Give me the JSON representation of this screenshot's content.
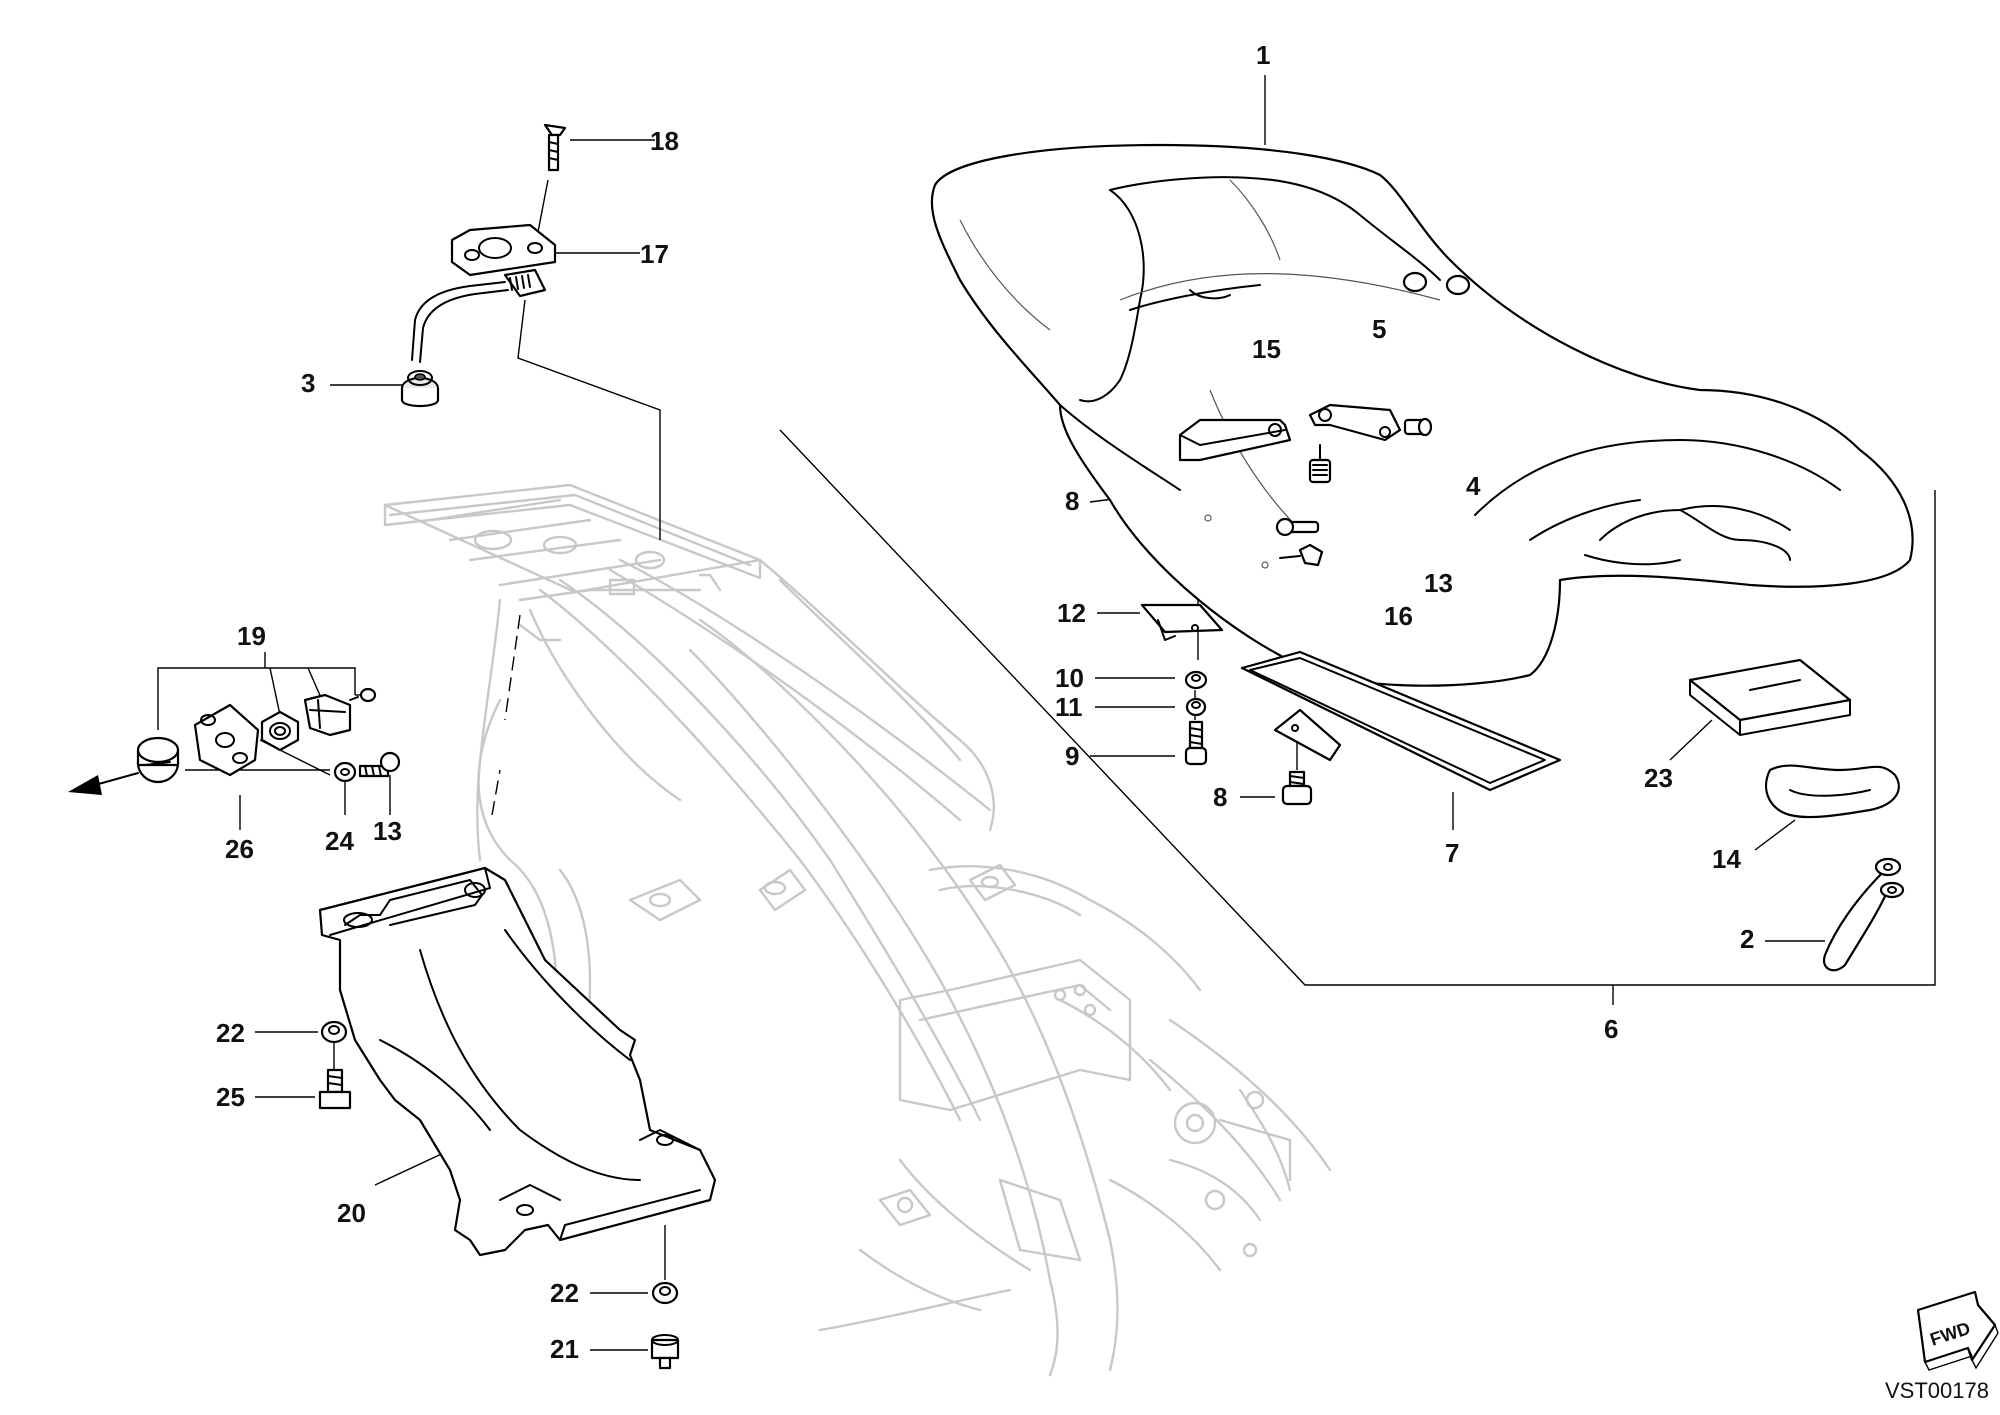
{
  "callouts": [
    {
      "id": "c1",
      "text": "1"
    },
    {
      "id": "c2",
      "text": "2"
    },
    {
      "id": "c3",
      "text": "3"
    },
    {
      "id": "c4",
      "text": "4"
    },
    {
      "id": "c5",
      "text": "5"
    },
    {
      "id": "c6",
      "text": "6"
    },
    {
      "id": "c7",
      "text": "7"
    },
    {
      "id": "c8a",
      "text": "8"
    },
    {
      "id": "c8b",
      "text": "8"
    },
    {
      "id": "c9",
      "text": "9"
    },
    {
      "id": "c10",
      "text": "10"
    },
    {
      "id": "c11",
      "text": "11"
    },
    {
      "id": "c12",
      "text": "12"
    },
    {
      "id": "c13a",
      "text": "13"
    },
    {
      "id": "c13b",
      "text": "13"
    },
    {
      "id": "c14",
      "text": "14"
    },
    {
      "id": "c15",
      "text": "15"
    },
    {
      "id": "c16",
      "text": "16"
    },
    {
      "id": "c17",
      "text": "17"
    },
    {
      "id": "c18",
      "text": "18"
    },
    {
      "id": "c19",
      "text": "19"
    },
    {
      "id": "c20",
      "text": "20"
    },
    {
      "id": "c21",
      "text": "21"
    },
    {
      "id": "c22a",
      "text": "22"
    },
    {
      "id": "c22b",
      "text": "22"
    },
    {
      "id": "c23",
      "text": "23"
    },
    {
      "id": "c24",
      "text": "24"
    },
    {
      "id": "c25",
      "text": "25"
    },
    {
      "id": "c26",
      "text": "26"
    }
  ],
  "fwd_badge": "FWD",
  "drawing_code": "VST00178"
}
